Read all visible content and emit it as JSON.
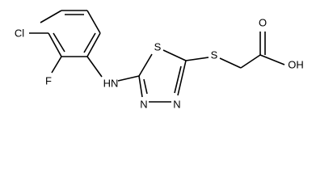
{
  "molecule": {
    "atoms": {
      "cl": "Cl",
      "f": "F",
      "nh": "HN",
      "s_ring": "S",
      "s_thio": "S",
      "n1": "N",
      "n2": "N",
      "o": "O",
      "oh": "OH"
    }
  }
}
